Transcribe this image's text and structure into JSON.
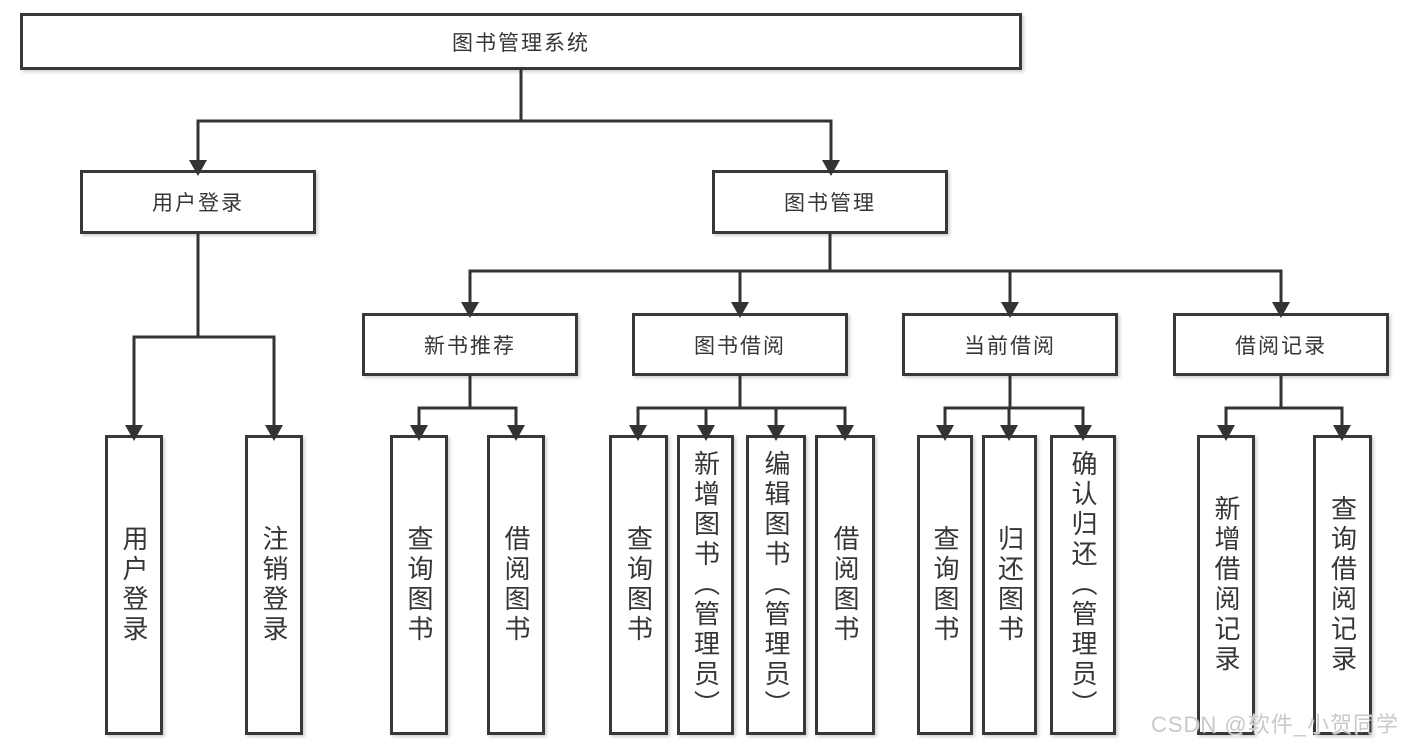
{
  "tree": {
    "root": {
      "label": "图书管理系统"
    },
    "children": [
      {
        "label": "用户登录",
        "children": [
          {
            "label": "用户登录"
          },
          {
            "label": "注销登录"
          }
        ]
      },
      {
        "label": "图书管理",
        "children": [
          {
            "label": "新书推荐",
            "children": [
              {
                "label": "查询图书"
              },
              {
                "label": "借阅图书"
              }
            ]
          },
          {
            "label": "图书借阅",
            "children": [
              {
                "label": "查询图书"
              },
              {
                "label": "新增图书（管理员）"
              },
              {
                "label": "编辑图书（管理员）"
              },
              {
                "label": "借阅图书"
              }
            ]
          },
          {
            "label": "当前借阅",
            "children": [
              {
                "label": "查询图书"
              },
              {
                "label": "归还图书"
              },
              {
                "label": "确认归还（管理员）"
              }
            ]
          },
          {
            "label": "借阅记录",
            "children": [
              {
                "label": "新增借阅记录"
              },
              {
                "label": "查询借阅记录"
              }
            ]
          }
        ]
      }
    ]
  },
  "watermark": {
    "text": "CSDN @软件_小贺同学"
  },
  "colors": {
    "background": "#ffffff",
    "border": "#383838",
    "line": "#333333",
    "text": "#363636",
    "watermark": "#c9c9c9"
  }
}
